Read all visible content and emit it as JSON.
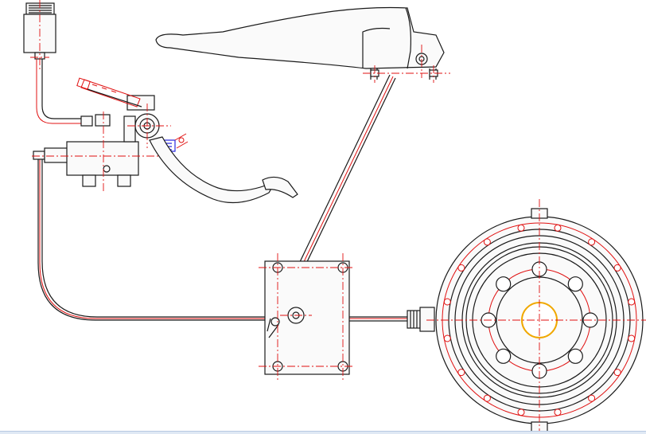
{
  "colors": {
    "outline": "#1a1a1a",
    "centerline": "#e01010",
    "accent_blue": "#2a2ae0",
    "hub_yellow": "#f0a800",
    "background": "#ffffff",
    "panel_fill": "#f7f7f7",
    "pedal_fill": "#fafafa"
  },
  "drawing": {
    "components": [
      "reservoir",
      "brake-line",
      "master-cylinder",
      "brake-pedal",
      "hand-brake-lever",
      "parking-cable",
      "relay-bracket",
      "brake-drum"
    ]
  }
}
